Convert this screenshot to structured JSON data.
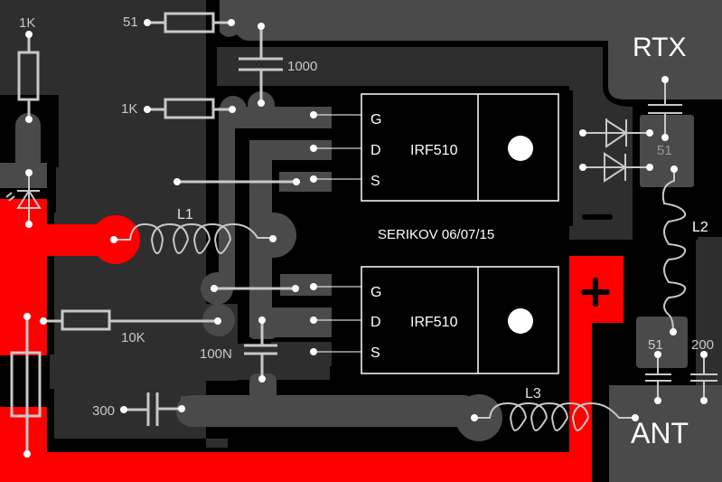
{
  "title": "SERIKOV 06/07/15",
  "colors": {
    "background": "#000000",
    "ground_plane": "#2e2e2e",
    "pad_copper": "#4a4a4a",
    "power_copper": "#ff0000",
    "component_outline": "#c8c8c8",
    "label_white": "#ffffff"
  },
  "connectors": {
    "rtx": "RTX",
    "ant": "ANT",
    "minus": "−",
    "plus": "+"
  },
  "transistors": [
    {
      "part": "IRF510",
      "pins": [
        "G",
        "D",
        "S"
      ]
    },
    {
      "part": "IRF510",
      "pins": [
        "G",
        "D",
        "S"
      ]
    }
  ],
  "components": {
    "r_51_top": "51",
    "c_1000": "1000",
    "r_1k_mid": "1K",
    "r_1k_left": "1K",
    "l1": "L1",
    "r_10k": "10K",
    "c_100n": "100N",
    "c_300": "300",
    "l3": "L3",
    "l2": "L2",
    "r_51_rtx": "51",
    "r_51_ant": "51",
    "c_200": "200"
  }
}
